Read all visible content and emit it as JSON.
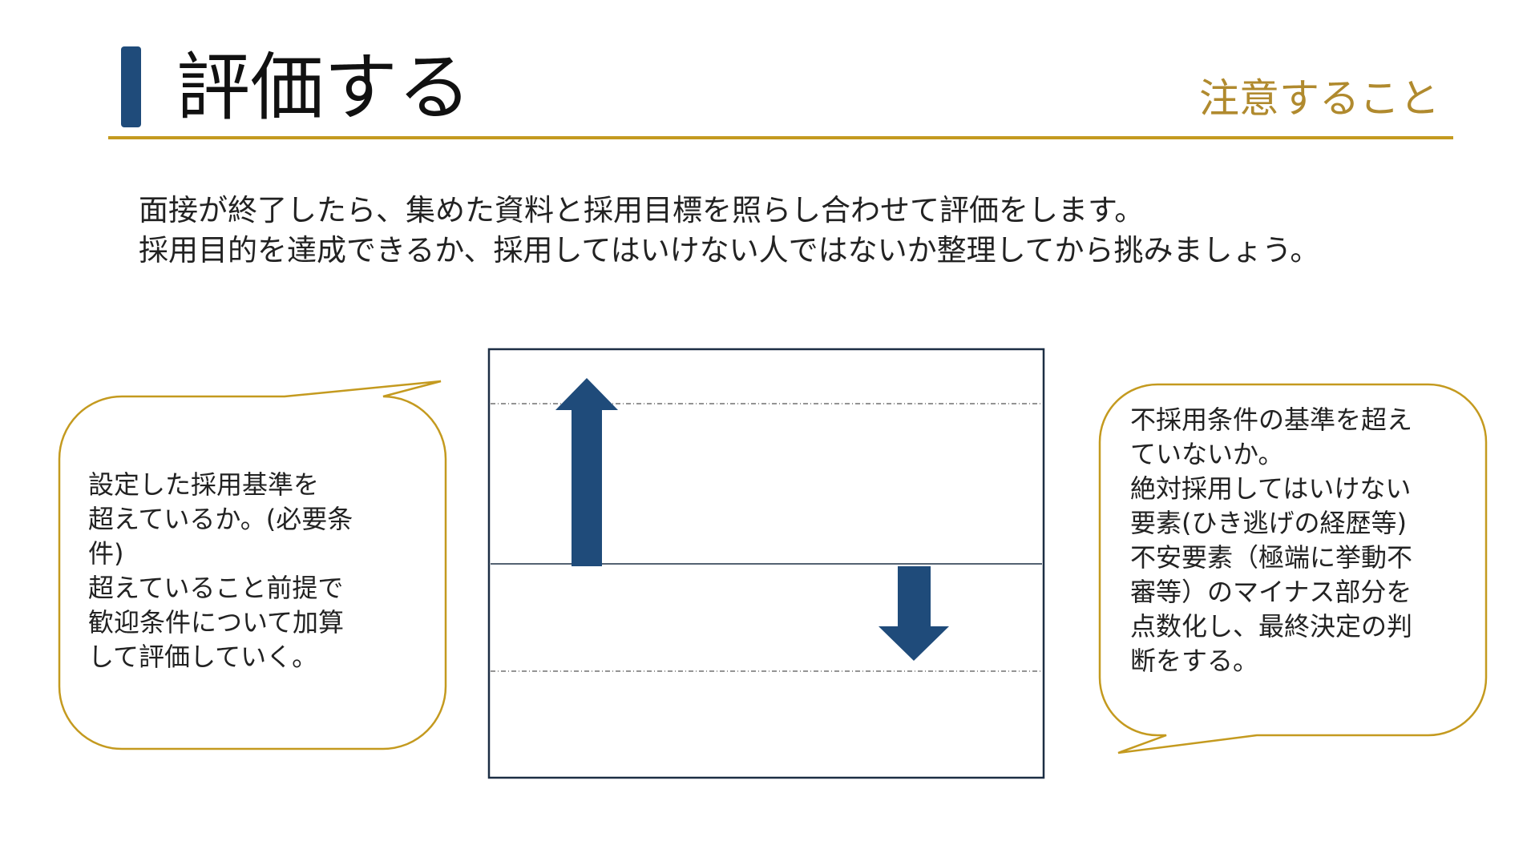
{
  "header": {
    "title": "評価する",
    "subtitle": "注意すること"
  },
  "intro": {
    "lines": [
      "面接が終了したら、集めた資料と採用目標を照らし合わせて評価をします。",
      "採用目的を達成できるか、採用してはいけない人ではないか整理してから挑みましょう。"
    ]
  },
  "left_bubble": {
    "lines": [
      "設定した採用基準を",
      "超えているか。(必要条",
      "件)",
      "超えていること前提で",
      "歓迎条件について加算",
      "して評価していく。"
    ]
  },
  "right_bubble": {
    "lines": [
      "不採用条件の基準を超え",
      "ていないか。",
      "絶対採用してはいけない",
      "要素(ひき逃げの経歴等)",
      "不安要素（極端に挙動不",
      "審等）のマイナス部分を",
      "点数化し、最終決定の判",
      "断をする。"
    ]
  },
  "diagram": {
    "arrows": [
      {
        "direction": "up",
        "icon": "arrow-up-icon"
      },
      {
        "direction": "down",
        "icon": "arrow-down-icon"
      }
    ]
  },
  "colors": {
    "accent_navy": "#1f4b7a",
    "accent_gold": "#c49a1f",
    "subtitle_gold": "#b08a2e",
    "bubble_border": "#c49a1f",
    "frame": "#1c2e44",
    "text": "#222222"
  }
}
